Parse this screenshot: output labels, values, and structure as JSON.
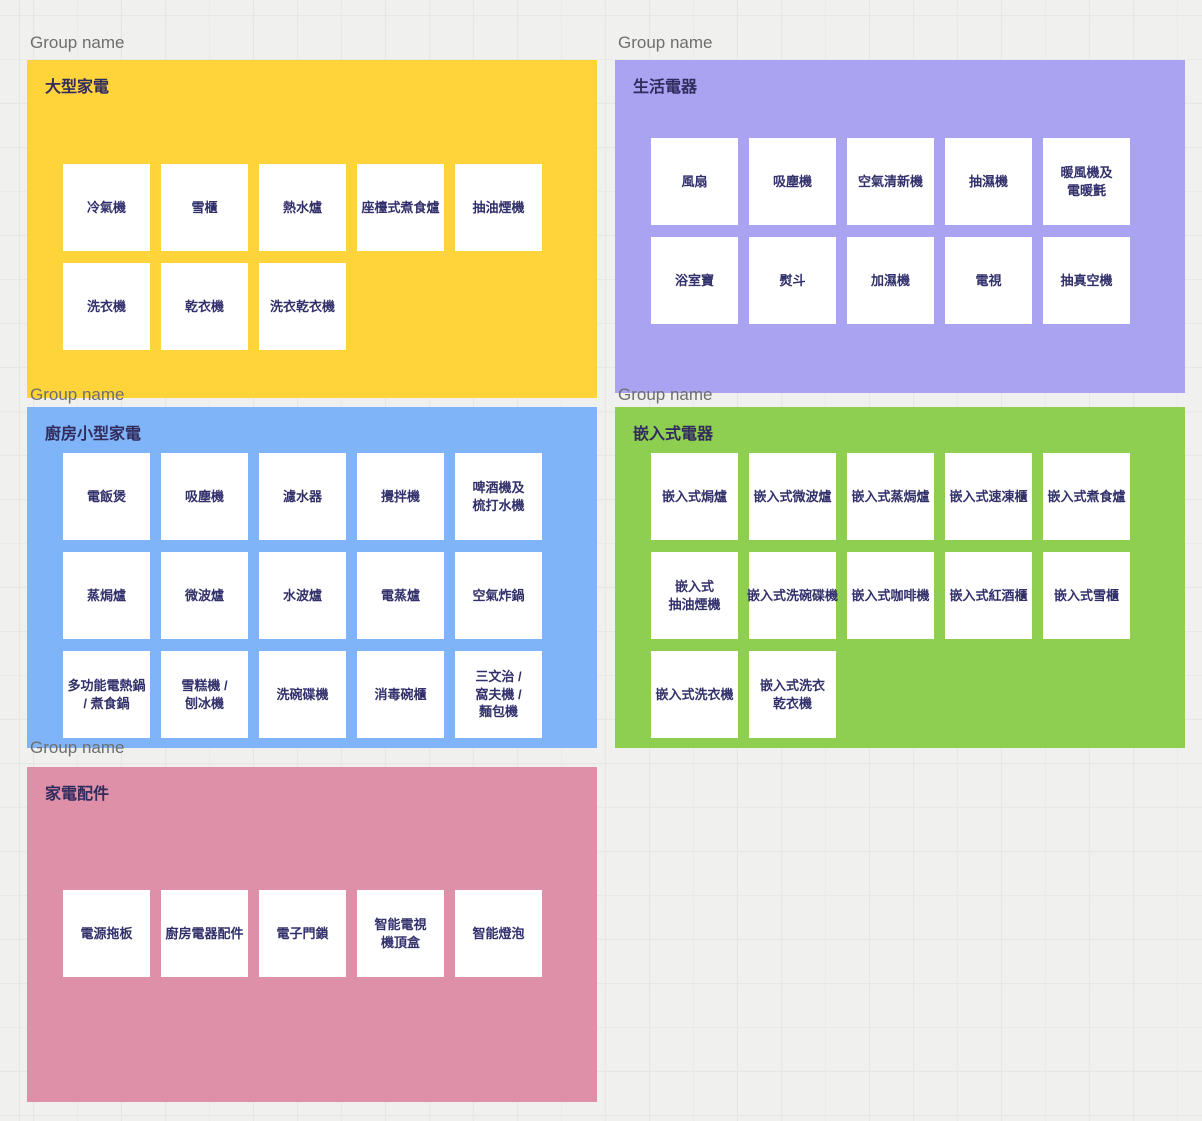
{
  "canvas": {
    "background_color": "#f0f0ee",
    "grid_line_color": "#e6e6e4",
    "group_label_color": "#6e6e6e",
    "group_title_color": "#322b5d",
    "card_text_color": "#32306b",
    "card_background": "#ffffff"
  },
  "groups": [
    {
      "id": "large-home-appliances",
      "group_label": "Group name",
      "title": "大型家電",
      "color": "#ffd43a",
      "cards": [
        "冷氣機",
        "雪櫃",
        "熱水爐",
        "座檯式煮食爐",
        "抽油煙機",
        "洗衣機",
        "乾衣機",
        "洗衣乾衣機"
      ]
    },
    {
      "id": "lifestyle-appliances",
      "group_label": "Group name",
      "title": "生活電器",
      "color": "#a9a3f1",
      "cards": [
        "風扇",
        "吸塵機",
        "空氣清新機",
        "抽濕機",
        "暖風機及\n電暖氈",
        "浴室寶",
        "熨斗",
        "加濕機",
        "電視",
        "抽真空機"
      ]
    },
    {
      "id": "kitchen-small-appliances",
      "group_label": "Group name",
      "title": "廚房小型家電",
      "color": "#80b4f8",
      "cards": [
        "電飯煲",
        "吸塵機",
        "濾水器",
        "攪拌機",
        "啤酒機及\n梳打水機",
        "蒸焗爐",
        "微波爐",
        "水波爐",
        "電蒸爐",
        "空氣炸鍋",
        "多功能電熱鍋\n/ 煮食鍋",
        "雪糕機 /\n刨冰機",
        "洗碗碟機",
        "消毒碗櫃",
        "三文治 /\n窩夫機 /\n麵包機"
      ]
    },
    {
      "id": "built-in-appliances",
      "group_label": "Group name",
      "title": "嵌入式電器",
      "color": "#8ecf51",
      "cards": [
        "嵌入式焗爐",
        "嵌入式微波爐",
        "嵌入式蒸焗爐",
        "嵌入式速凍櫃",
        "嵌入式煮食爐",
        "嵌入式\n抽油煙機",
        "嵌入式洗碗碟機",
        "嵌入式咖啡機",
        "嵌入式紅酒櫃",
        "嵌入式雪櫃",
        "嵌入式洗衣機",
        "嵌入式洗衣\n乾衣機"
      ]
    },
    {
      "id": "appliance-accessories",
      "group_label": "Group name",
      "title": "家電配件",
      "color": "#dd90a8",
      "cards": [
        "電源拖板",
        "廚房電器配件",
        "電子門鎖",
        "智能電視\n機頂盒",
        "智能燈泡"
      ]
    }
  ]
}
